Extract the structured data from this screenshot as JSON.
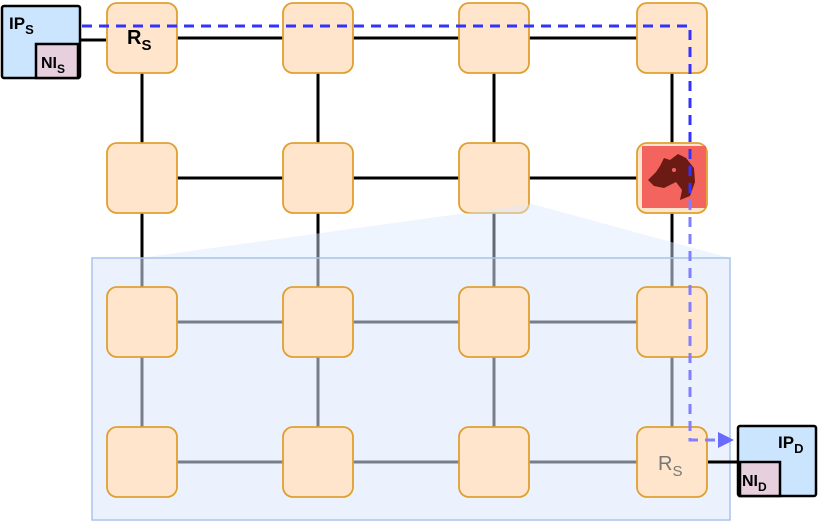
{
  "source": {
    "ip": "IP",
    "ip_sub": "S",
    "ni": "NI",
    "ni_sub": "S"
  },
  "destination": {
    "ip": "IP",
    "ip_sub": "D",
    "ni": "NI",
    "ni_sub": "D"
  },
  "source_router": {
    "main": "R",
    "sub": "S"
  },
  "dest_router": {
    "main": "R",
    "sub": "S"
  },
  "attacker": {
    "icon": "trojan-horse-icon",
    "color": "#f4645e"
  },
  "colors": {
    "router_fill": "#ffe5cc",
    "router_stroke": "#e0a030",
    "ip_fill": "#cce5ff",
    "ip_stroke": "#000000",
    "ni_fill": "#e6d0de",
    "overlay_fill": "#dae8fc",
    "overlay_stroke": "#a9c4eb",
    "path_color": "#3333ff",
    "link_color": "#000000"
  },
  "grid": {
    "rows": 4,
    "cols": 4
  }
}
